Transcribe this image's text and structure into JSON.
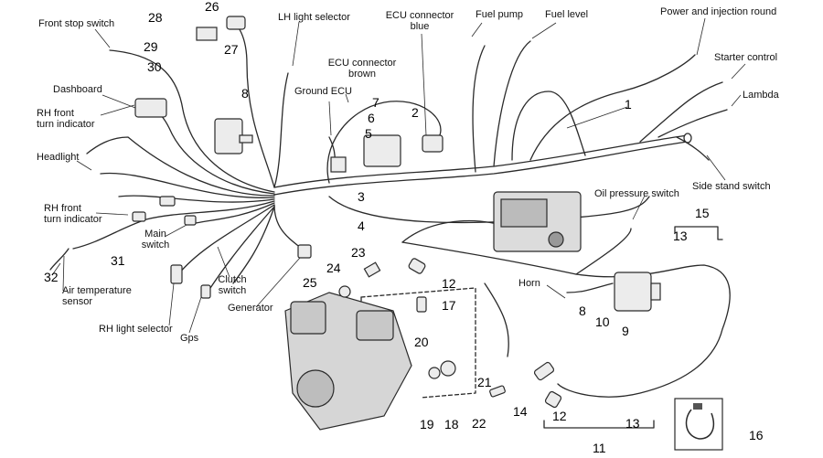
{
  "diagram": {
    "type": "wiring-harness-exploded-view",
    "colors": {
      "line": "#2a2a2a",
      "fill": "#e9e9e9",
      "dark": "#555555",
      "background": "#ffffff"
    }
  },
  "labels": {
    "front_stop_switch": "Front stop switch",
    "lh_light_selector": "LH light selector",
    "ecu_connector_blue_1": "ECU connector",
    "ecu_connector_blue_2": "blue",
    "fuel_pump": "Fuel pump",
    "fuel_level": "Fuel level",
    "power_injection_round": "Power and injection round",
    "starter_control": "Starter control",
    "lambda": "Lambda",
    "dashboard": "Dashboard",
    "ecu_connector_brown_1": "ECU connector",
    "ecu_connector_brown_2": "brown",
    "ground_ecu": "Ground ECU",
    "rh_front_turn_1_a": "RH front",
    "rh_front_turn_1_b": "turn indicator",
    "headlight": "Headlight",
    "side_stand_switch": "Side stand switch",
    "oil_pressure_switch": "Oil pressure switch",
    "rh_front_turn_2_a": "RH front",
    "rh_front_turn_2_b": "turn indicator",
    "main_switch_a": "Main",
    "main_switch_b": "switch",
    "horn": "Horn",
    "air_temp_a": "Air temperature",
    "air_temp_b": "sensor",
    "clutch_switch_a": "Clutch",
    "clutch_switch_b": "switch",
    "generator": "Generator",
    "rh_light_selector": "RH light selector",
    "gps": "Gps"
  },
  "part_numbers": [
    "1",
    "2",
    "3",
    "4",
    "5",
    "6",
    "7",
    "8",
    "8",
    "9",
    "10",
    "11",
    "12",
    "12",
    "13",
    "13",
    "14",
    "15",
    "16",
    "17",
    "18",
    "19",
    "20",
    "21",
    "22",
    "23",
    "24",
    "25",
    "26",
    "27",
    "28",
    "29",
    "30",
    "31",
    "32"
  ]
}
